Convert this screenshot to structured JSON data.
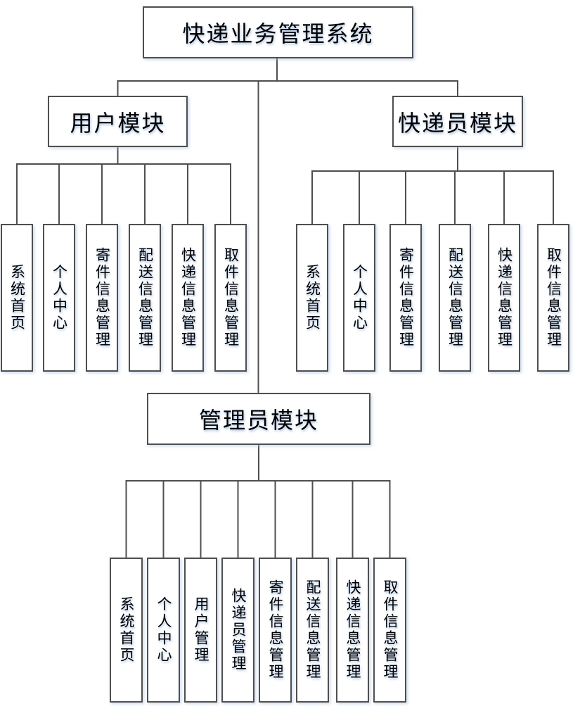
{
  "colors": {
    "line": "#4f4f4f",
    "box_border": "#4f4f4f",
    "box_fill": "#ffffff",
    "text": "#000000",
    "glow": "#a5bee1",
    "background": "#ffffff"
  },
  "diagram": {
    "type": "hierarchy",
    "root": {
      "label": "快递业务管理系统"
    },
    "modules": [
      {
        "label": "用户模块",
        "children": [
          "系统首页",
          "个人中心",
          "寄件信息管理",
          "配送信息管理",
          "快递信息管理",
          "取件信息管理"
        ]
      },
      {
        "label": "快递员模块",
        "children": [
          "系统首页",
          "个人中心",
          "寄件信息管理",
          "配送信息管理",
          "快递信息管理",
          "取件信息管理"
        ]
      },
      {
        "label": "管理员模块",
        "children": [
          "系统首页",
          "个人中心",
          "用户管理",
          "快递员管理",
          "寄件信息管理",
          "配送信息管理",
          "快递信息管理",
          "取件信息管理"
        ]
      }
    ]
  }
}
